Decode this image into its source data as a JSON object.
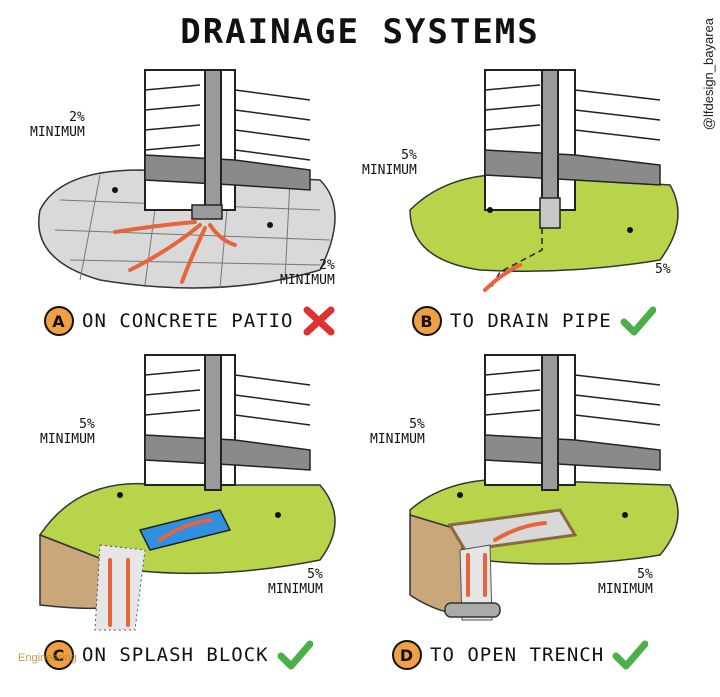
{
  "title": "DRAINAGE SYSTEMS",
  "credit": "@lfdesign_bayarea",
  "panels": {
    "a": {
      "letter": "A",
      "caption": "ON CONCRETE PATIO",
      "verdict": "x-mark",
      "label1": "2%\nMINIMUM",
      "label2": "2%\nMINIMUM"
    },
    "b": {
      "letter": "B",
      "caption": "TO DRAIN PIPE",
      "verdict": "check-mark",
      "label1": "5%\nMINIMUM",
      "label2": "5%"
    },
    "c": {
      "letter": "C",
      "caption": "ON SPLASH BLOCK",
      "verdict": "check-mark",
      "label1": "5%\nMINIMUM",
      "label2": "5%\nMINIMUM"
    },
    "d": {
      "letter": "D",
      "caption": "TO OPEN TRENCH",
      "verdict": "check-mark",
      "label1": "5%\nMINIMUM",
      "label2": "5%\nMINIMUM"
    }
  },
  "watermark": "Engineering",
  "colors": {
    "badge": "#f0a044",
    "grass": "#b8d44a",
    "arrow": "#e8643a",
    "check": "#4bb04a",
    "cross": "#e03030",
    "splash": "#2f8fe0",
    "soil": "#c9a77a"
  }
}
